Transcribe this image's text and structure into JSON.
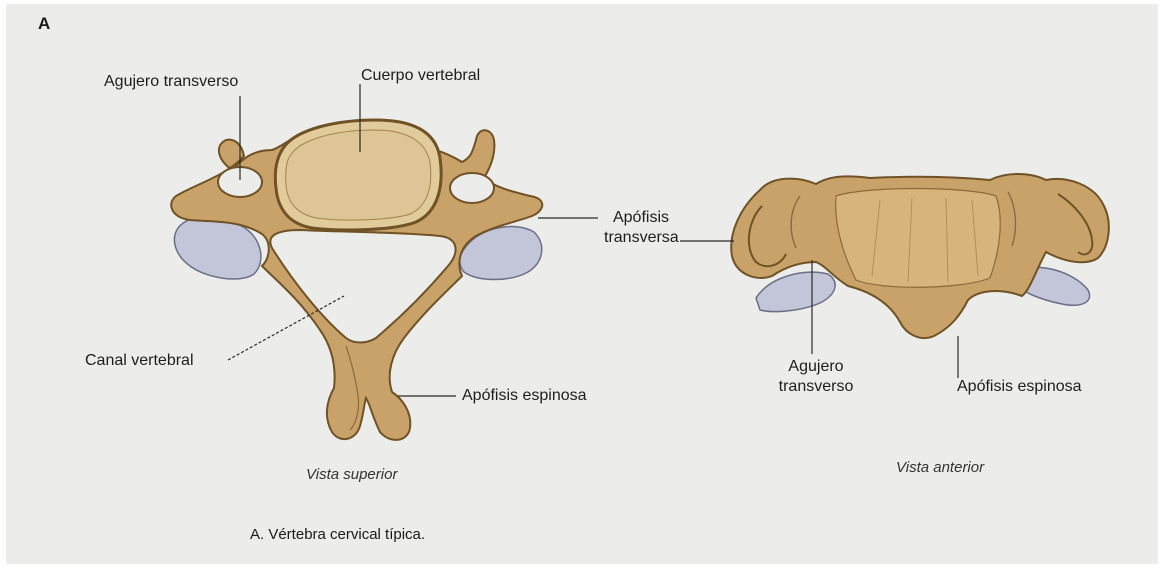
{
  "figure": {
    "panel_letter": "A",
    "caption": "A. Vértebra cervical típica.",
    "colors": {
      "background": "#ececea",
      "bone": "#c9a269",
      "bone_dark": "#8a6a3a",
      "bone_light": "#e2cb9a",
      "cartilage": "#c3c6d8",
      "leader_line": "#2a2a2a"
    }
  },
  "superior_view": {
    "title": "Vista superior",
    "labels": {
      "agujero_transverso": "Agujero transverso",
      "cuerpo_vertebral": "Cuerpo vertebral",
      "apofisis_transversa_line1": "Apófisis",
      "apofisis_transversa_line2": "transversa",
      "canal_vertebral": "Canal vertebral",
      "apofisis_espinosa": "Apófisis espinosa"
    }
  },
  "anterior_view": {
    "title": "Vista anterior",
    "labels": {
      "agujero_transverso_line1": "Agujero",
      "agujero_transverso_line2": "transverso",
      "apofisis_espinosa": "Apófisis espinosa"
    }
  }
}
